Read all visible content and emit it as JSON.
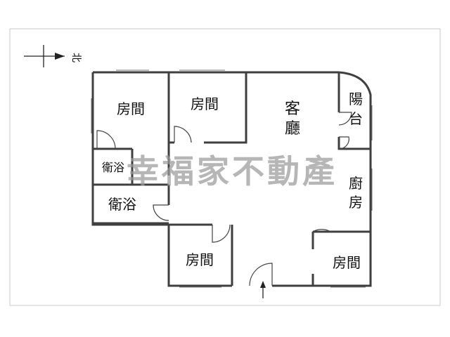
{
  "compass": {
    "label": "北"
  },
  "rooms": {
    "bedroom_nw": "房間",
    "bedroom_n": "房間",
    "living": "客廳",
    "balcony": "陽台",
    "bath_1": "衛浴",
    "bath_2": "衛浴",
    "kitchen": "廚房",
    "bedroom_sw": "房間",
    "bedroom_se": "房間"
  },
  "watermark": "幸福家不動產"
}
